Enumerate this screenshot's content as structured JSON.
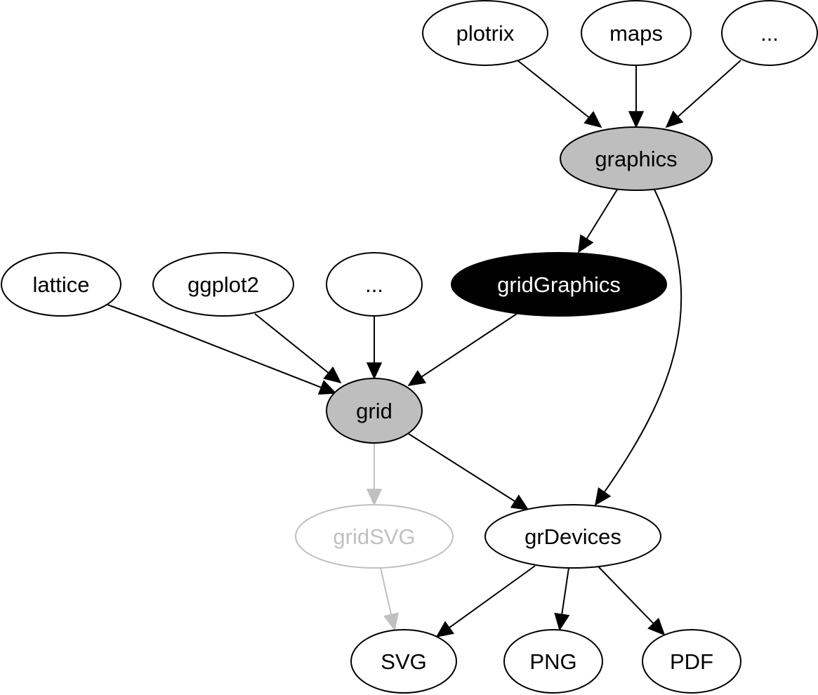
{
  "diagram": {
    "nodes": [
      {
        "id": "plotrix",
        "label": "plotrix",
        "fill": "#ffffff",
        "stroke": "#000000",
        "text_color": "#000000"
      },
      {
        "id": "maps",
        "label": "maps",
        "fill": "#ffffff",
        "stroke": "#000000",
        "text_color": "#000000"
      },
      {
        "id": "dots-top",
        "label": "...",
        "fill": "#ffffff",
        "stroke": "#000000",
        "text_color": "#000000"
      },
      {
        "id": "graphics",
        "label": "graphics",
        "fill": "#bebebe",
        "stroke": "#000000",
        "text_color": "#000000"
      },
      {
        "id": "lattice",
        "label": "lattice",
        "fill": "#ffffff",
        "stroke": "#000000",
        "text_color": "#000000"
      },
      {
        "id": "ggplot2",
        "label": "ggplot2",
        "fill": "#ffffff",
        "stroke": "#000000",
        "text_color": "#000000"
      },
      {
        "id": "dots-mid",
        "label": "...",
        "fill": "#ffffff",
        "stroke": "#000000",
        "text_color": "#000000"
      },
      {
        "id": "gridGraphics",
        "label": "gridGraphics",
        "fill": "#000000",
        "stroke": "#000000",
        "text_color": "#ffffff"
      },
      {
        "id": "grid",
        "label": "grid",
        "fill": "#bebebe",
        "stroke": "#000000",
        "text_color": "#000000"
      },
      {
        "id": "gridSVG",
        "label": "gridSVG",
        "fill": "#ffffff",
        "stroke": "#c0c0c0",
        "text_color": "#c0c0c0"
      },
      {
        "id": "grDevices",
        "label": "grDevices",
        "fill": "#ffffff",
        "stroke": "#000000",
        "text_color": "#000000"
      },
      {
        "id": "SVG",
        "label": "SVG",
        "fill": "#ffffff",
        "stroke": "#000000",
        "text_color": "#000000"
      },
      {
        "id": "PNG",
        "label": "PNG",
        "fill": "#ffffff",
        "stroke": "#000000",
        "text_color": "#000000"
      },
      {
        "id": "PDF",
        "label": "PDF",
        "fill": "#ffffff",
        "stroke": "#000000",
        "text_color": "#000000"
      }
    ],
    "edges": [
      {
        "from": "plotrix",
        "to": "graphics",
        "color": "#000000"
      },
      {
        "from": "maps",
        "to": "graphics",
        "color": "#000000"
      },
      {
        "from": "dots-top",
        "to": "graphics",
        "color": "#000000"
      },
      {
        "from": "graphics",
        "to": "gridGraphics",
        "color": "#000000"
      },
      {
        "from": "graphics",
        "to": "grDevices",
        "color": "#000000"
      },
      {
        "from": "lattice",
        "to": "grid",
        "color": "#000000"
      },
      {
        "from": "ggplot2",
        "to": "grid",
        "color": "#000000"
      },
      {
        "from": "dots-mid",
        "to": "grid",
        "color": "#000000"
      },
      {
        "from": "gridGraphics",
        "to": "grid",
        "color": "#000000"
      },
      {
        "from": "grid",
        "to": "gridSVG",
        "color": "#c0c0c0"
      },
      {
        "from": "grid",
        "to": "grDevices",
        "color": "#000000"
      },
      {
        "from": "gridSVG",
        "to": "SVG",
        "color": "#c0c0c0"
      },
      {
        "from": "grDevices",
        "to": "SVG",
        "color": "#000000"
      },
      {
        "from": "grDevices",
        "to": "PNG",
        "color": "#000000"
      },
      {
        "from": "grDevices",
        "to": "PDF",
        "color": "#000000"
      }
    ]
  }
}
